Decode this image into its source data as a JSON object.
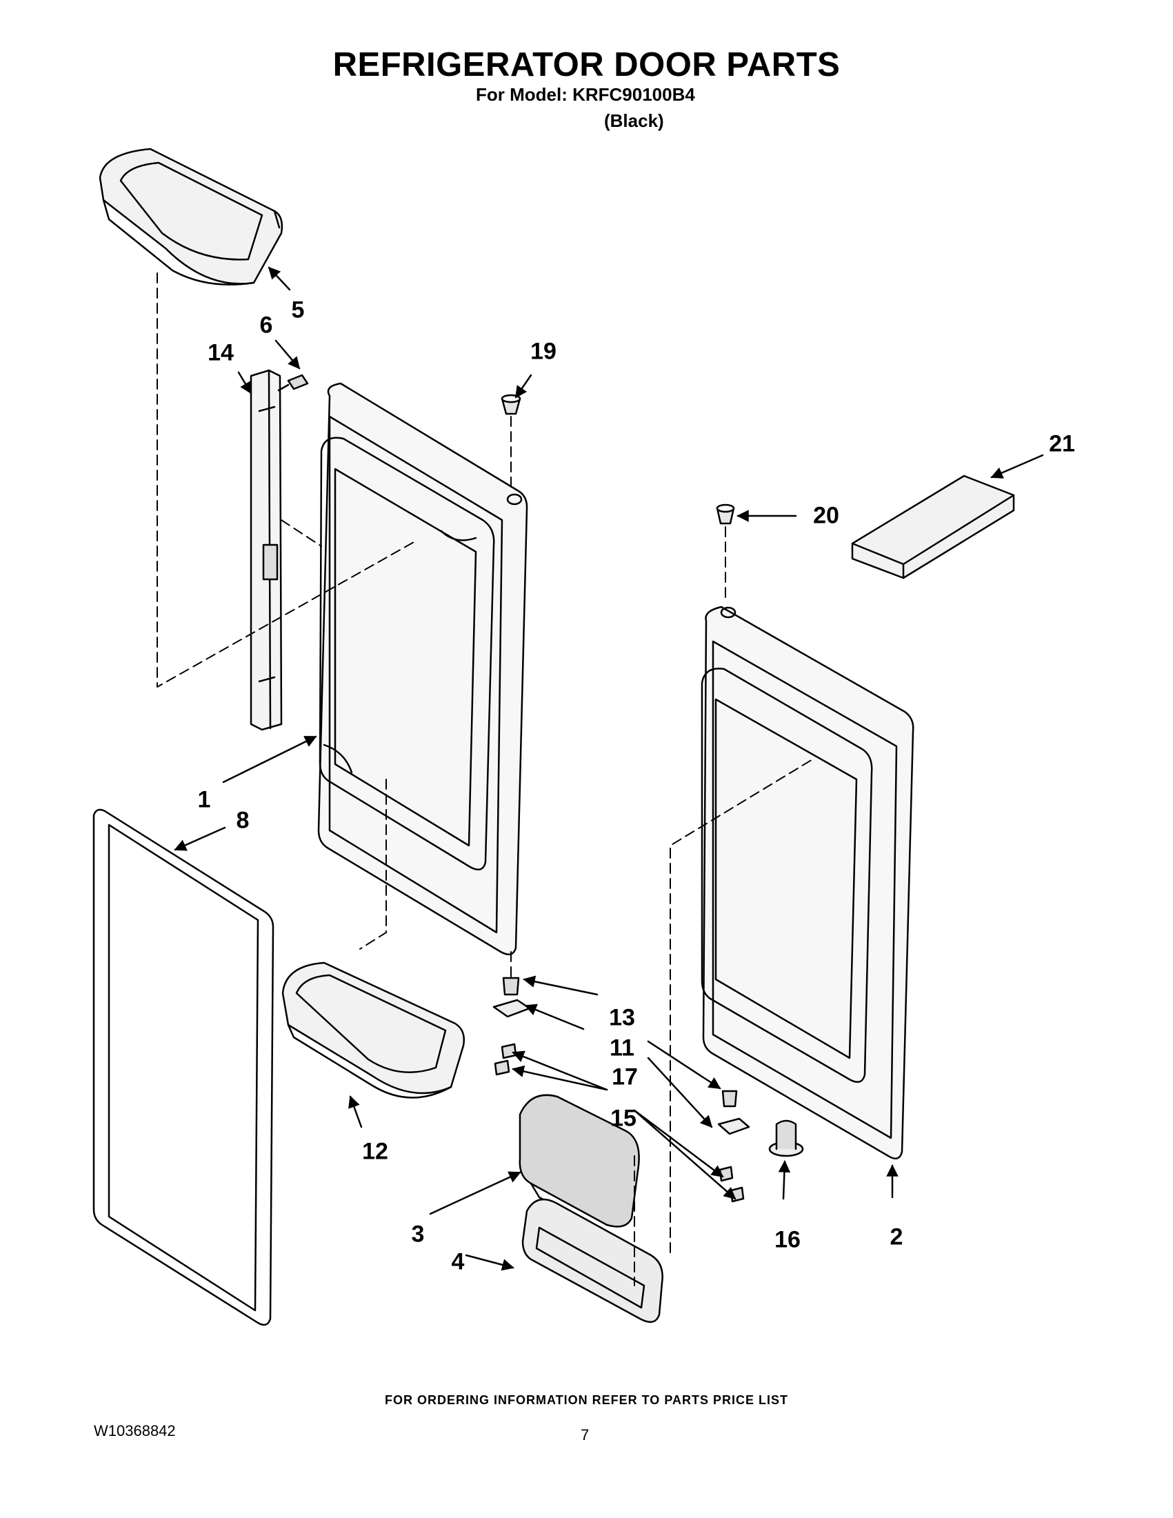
{
  "header": {
    "title": "REFRIGERATOR DOOR PARTS",
    "model_line": "For Model: KRFC90100B4",
    "color_line": "(Black)"
  },
  "callouts": {
    "p1": "1",
    "p2": "2",
    "p3": "3",
    "p4": "4",
    "p5": "5",
    "p6": "6",
    "p8": "8",
    "p11": "11",
    "p12": "12",
    "p13": "13",
    "p14": "14",
    "p15": "15",
    "p16": "16",
    "p17": "17",
    "p19": "19",
    "p20": "20",
    "p21": "21"
  },
  "footer": {
    "ordering_note": "FOR ORDERING INFORMATION REFER TO PARTS PRICE LIST",
    "document_number": "W10368842",
    "page_number": "7"
  }
}
